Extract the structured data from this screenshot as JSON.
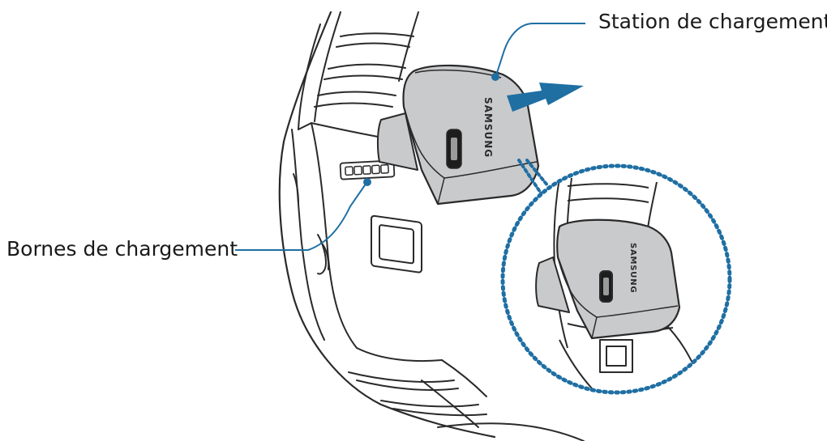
{
  "callouts": {
    "station": "Station de chargement",
    "terminals": "Bornes de chargement"
  },
  "device": {
    "brand_main": "SAMSUNG",
    "brand_inset": "SAMSUNG"
  },
  "colors": {
    "leader": "#1f6fa3",
    "inset_ring": "#1f6fa3",
    "arrow": "#1f6fa3",
    "cradle_fill": "#c9cacc",
    "outline": "#2a2a2a"
  },
  "icons": {
    "insert_arrow": "arrow-left-icon",
    "usb_port": "usb-port-icon"
  }
}
